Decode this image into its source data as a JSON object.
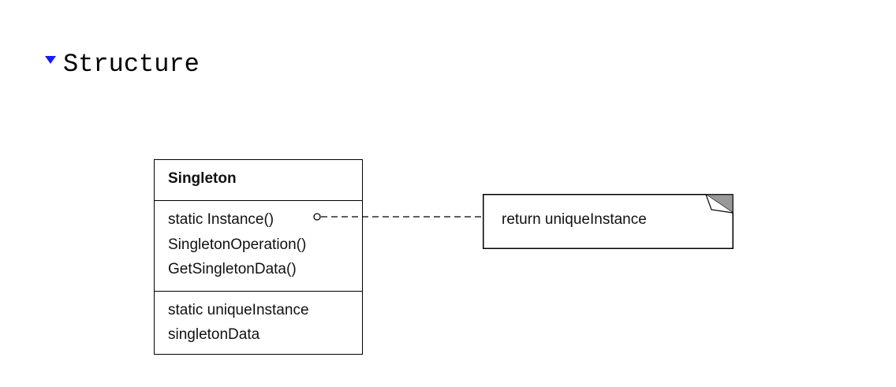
{
  "section": {
    "title": "Structure",
    "toggle_color": "#1a1aff"
  },
  "diagram": {
    "class": {
      "name": "Singleton",
      "operations": [
        "static Instance()",
        "SingletonOperation()",
        "GetSingletonData()"
      ],
      "attributes": [
        "static uniqueInstance",
        "singletonData"
      ]
    },
    "note": {
      "text": "return uniqueInstance",
      "corner_color": "#999999"
    },
    "connector": {
      "style": "dashed",
      "from": "static Instance()",
      "to": "note"
    }
  }
}
